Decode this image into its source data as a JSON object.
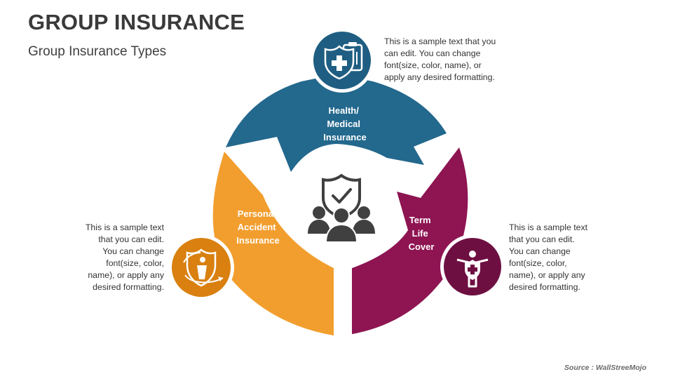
{
  "title": "GROUP INSURANCE",
  "subtitle": "Group Insurance Types",
  "colors": {
    "health": "#23688D",
    "accident": "#F29E2E",
    "term": "#8E1452",
    "icon_gray": "#404040"
  },
  "segments": [
    {
      "id": "health",
      "label_lines": [
        "Health/",
        "Medical",
        "Insurance"
      ],
      "icon": "medical-shield-clipboard-icon",
      "description_lines": [
        "This is a sample text that you",
        "can edit. You can change",
        "font(size, color, name), or",
        "apply any desired formatting."
      ]
    },
    {
      "id": "accident",
      "label_lines": [
        "Personal",
        "Accident",
        "Insurance"
      ],
      "icon": "accident-protection-shield-icon",
      "description_lines": [
        "This is a sample text",
        "that you can edit.",
        "You can change",
        "font(size, color,",
        "name), or apply any",
        "desired formatting."
      ]
    },
    {
      "id": "term",
      "label_lines": [
        "Term",
        "Life",
        "Cover"
      ],
      "icon": "person-with-shield-icon",
      "description_lines": [
        "This is a sample text",
        "that you can edit.",
        "You can change",
        "font(size, color,",
        "name), or apply any",
        "desired formatting."
      ]
    }
  ],
  "center_icon": "group-protection-shield-icon",
  "source": "Source : WallStreeMojo"
}
